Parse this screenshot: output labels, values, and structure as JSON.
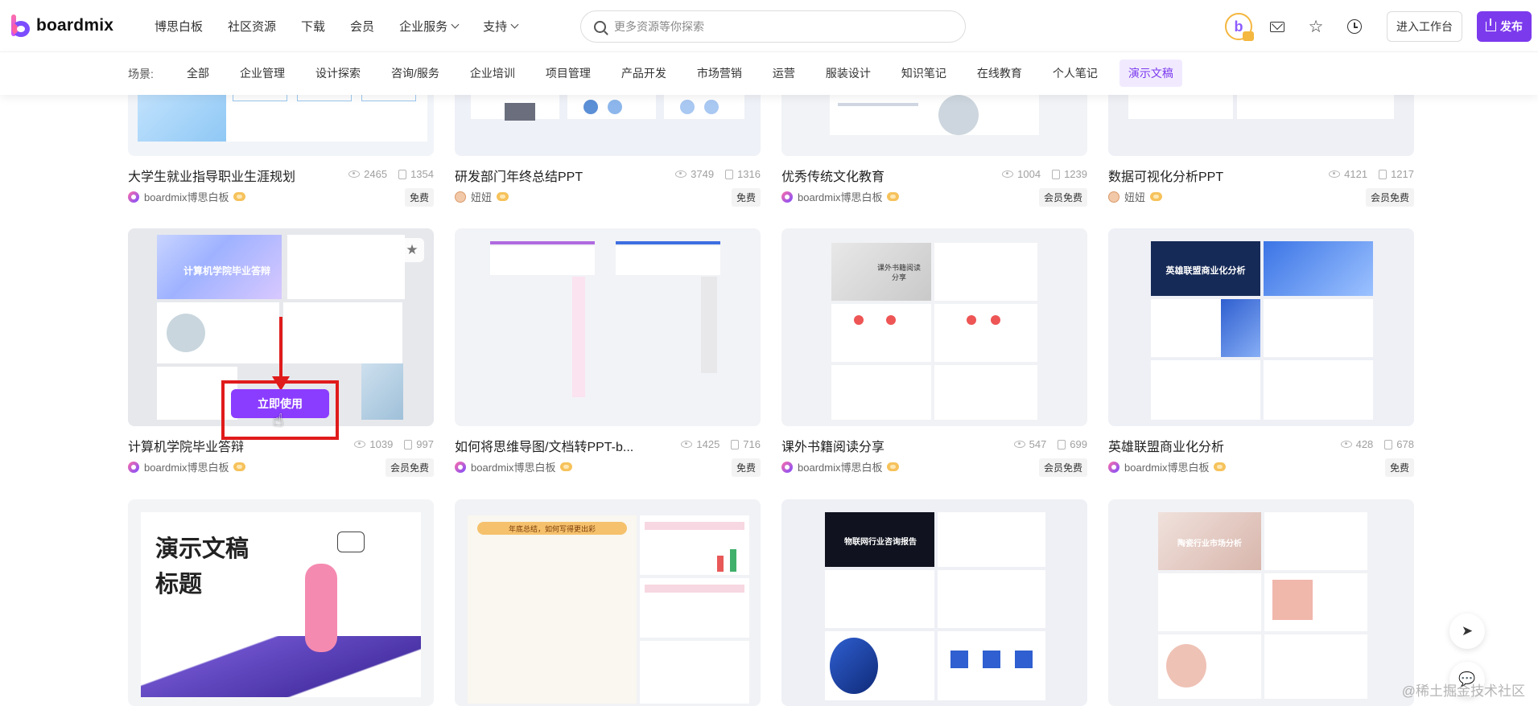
{
  "brand": {
    "name": "boardmix",
    "accent": "#7c3aed"
  },
  "topnav": {
    "items": [
      {
        "label": "博思白板"
      },
      {
        "label": "社区资源"
      },
      {
        "label": "下载"
      },
      {
        "label": "会员"
      },
      {
        "label": "企业服务"
      },
      {
        "label": "支持"
      }
    ]
  },
  "search": {
    "placeholder": "更多资源等你探索"
  },
  "header_actions": {
    "avatar_letter": "b",
    "workspace_label": "进入工作台",
    "publish_label": "发布"
  },
  "scenes": {
    "label": "场景:",
    "tabs": [
      "全部",
      "企业管理",
      "设计探索",
      "咨询/服务",
      "企业培训",
      "项目管理",
      "产品开发",
      "市场营销",
      "运营",
      "服装设计",
      "知识笔记",
      "在线教育",
      "个人笔记",
      "演示文稿"
    ],
    "active": "演示文稿"
  },
  "cards_row1": [
    {
      "title": "大学生就业指导职业生涯规划",
      "views": "2465",
      "copies": "1354",
      "author": "boardmix博思白板",
      "price": "免费"
    },
    {
      "title": "研发部门年终总结PPT",
      "views": "3749",
      "copies": "1316",
      "author": "妞妞",
      "price": "免费"
    },
    {
      "title": "优秀传统文化教育",
      "views": "1004",
      "copies": "1239",
      "author": "boardmix博思白板",
      "price": "会员免费"
    },
    {
      "title": "数据可视化分析PPT",
      "views": "4121",
      "copies": "1217",
      "author": "妞妞",
      "price": "会员免费"
    }
  ],
  "cards_row2": [
    {
      "title": "计算机学院毕业答辩",
      "views": "1039",
      "copies": "997",
      "author": "boardmix博思白板",
      "price": "会员免费",
      "slide_title": "计算机学院毕业答辩",
      "use_label": "立即使用"
    },
    {
      "title": "如何将思维导图/文档转PPT-b...",
      "views": "1425",
      "copies": "716",
      "author": "boardmix博思白板",
      "price": "免费"
    },
    {
      "title": "课外书籍阅读分享",
      "views": "547",
      "copies": "699",
      "author": "boardmix博思白板",
      "price": "会员免费",
      "slide_title": "课外书籍阅读分享"
    },
    {
      "title": "英雄联盟商业化分析",
      "views": "428",
      "copies": "678",
      "author": "boardmix博思白板",
      "price": "免费",
      "slide_title": "英雄联盟商业化分析"
    }
  ],
  "cards_row3": [
    {
      "slide_title_line1": "演示文稿",
      "slide_title_line2": "标题"
    },
    {
      "slide_title": "年底总结，如何写得更出彩"
    },
    {
      "slide_title": "物联网行业咨询报告"
    },
    {
      "slide_title": "陶瓷行业市场分析"
    }
  ],
  "watermark": "@稀土掘金技术社区",
  "colors": {
    "active_tab_bg": "#f1eaff",
    "use_button": "#8b3dff",
    "annotation_red": "#e01b1b"
  }
}
